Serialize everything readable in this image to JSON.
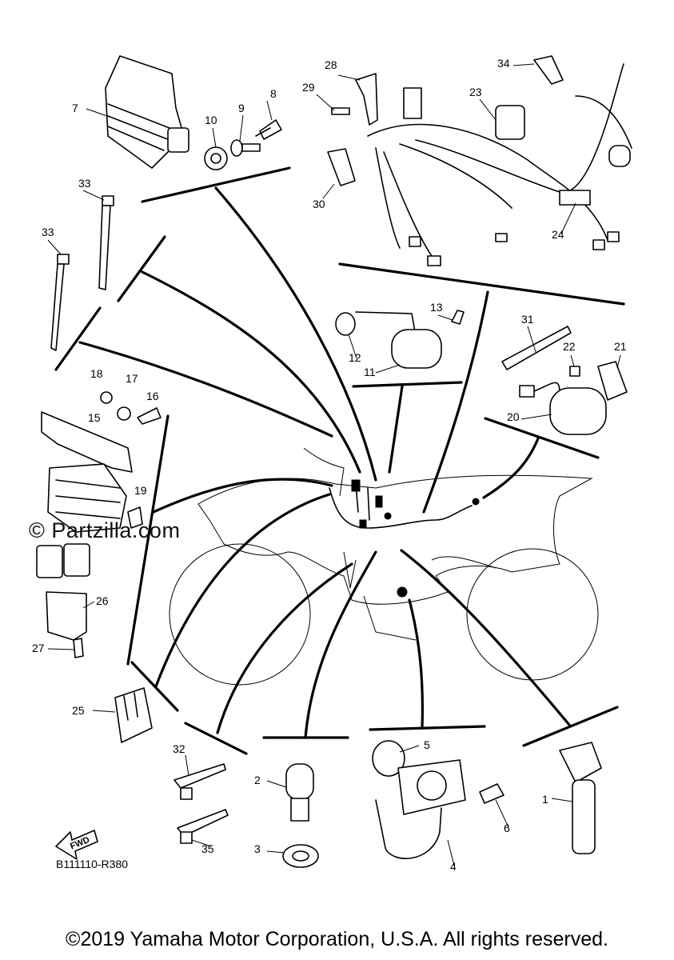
{
  "diagram": {
    "part_numbers": [
      "1",
      "2",
      "3",
      "4",
      "5",
      "6",
      "7",
      "8",
      "9",
      "10",
      "11",
      "12",
      "13",
      "15",
      "16",
      "17",
      "18",
      "19",
      "20",
      "21",
      "22",
      "23",
      "24",
      "25",
      "26",
      "27",
      "28",
      "29",
      "30",
      "31",
      "32",
      "33",
      "34",
      "35"
    ],
    "callout_33_repeat": "33",
    "fwd_label": "FWD",
    "diagram_code": "B111110-R380",
    "watermark": "© Partzilla.com",
    "copyright": "©2019 Yamaha Motor Corporation, U.S.A. All rights reserved."
  }
}
